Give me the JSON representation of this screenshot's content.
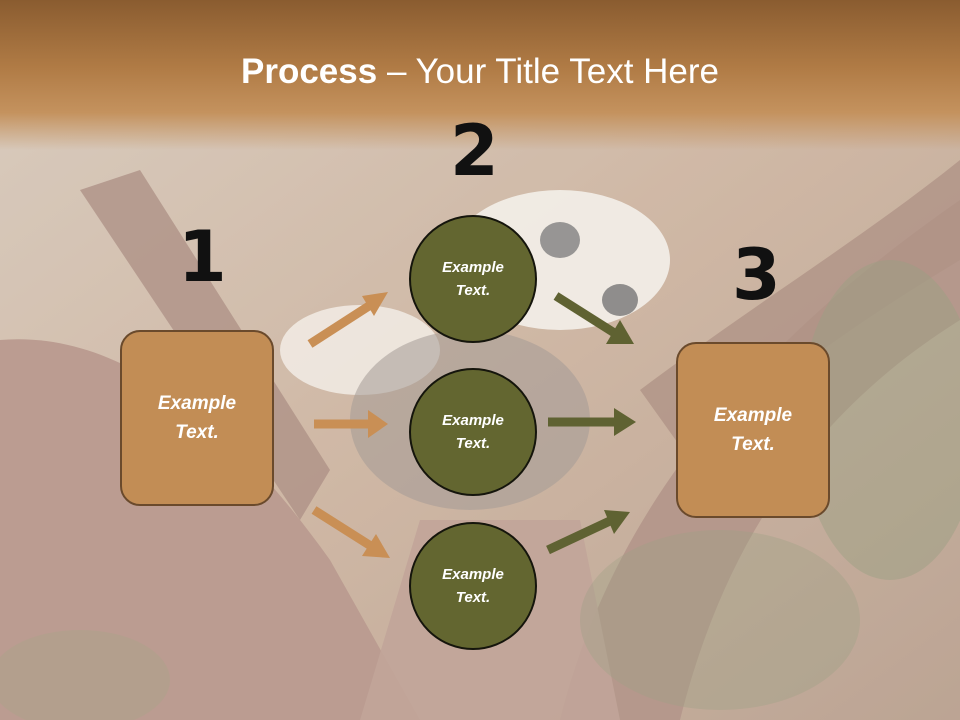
{
  "slide": {
    "title_bold": "Process",
    "title_rest": " – Your Title Text Here"
  },
  "steps": {
    "n1": "1",
    "n2": "2",
    "n3": "3"
  },
  "left_box": {
    "line1": "Example",
    "line2": "Text."
  },
  "circles": [
    {
      "line1": "Example",
      "line2": "Text."
    },
    {
      "line1": "Example",
      "line2": "Text."
    },
    {
      "line1": "Example",
      "line2": "Text."
    }
  ],
  "right_box": {
    "line1": "Example",
    "line2": "Text."
  },
  "colors": {
    "box_fill": "#c28d55",
    "circle_fill": "#636630",
    "arrow_orange": "#c98f55",
    "arrow_olive": "#5f6232",
    "title_band": "#b07b45"
  }
}
